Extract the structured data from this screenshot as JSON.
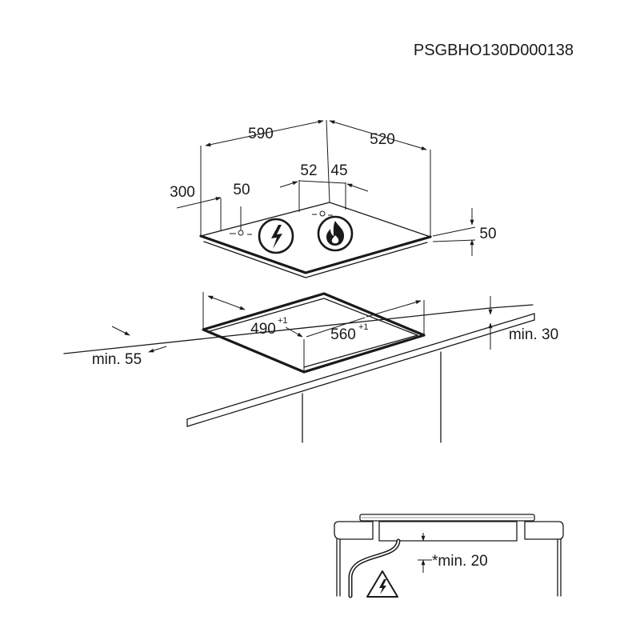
{
  "document_code": "PSGBHO130D000138",
  "hob": {
    "width": "590",
    "depth": "520",
    "zone_offset_left": "52",
    "zone_offset_right": "45",
    "side_offset": "300",
    "knob_offset": "50",
    "height": "50",
    "electric_zone_symbol": "lightning-bolt",
    "gas_zone_symbol": "flame"
  },
  "cutout": {
    "depth": "490",
    "depth_tolerance": "+1",
    "width": "560",
    "width_tolerance": "+1",
    "min_wall_distance": "min. 55",
    "min_worktop_thickness": "min. 30"
  },
  "detail": {
    "min_clearance": "*min. 20",
    "warning_symbol": "electrical-hazard"
  }
}
